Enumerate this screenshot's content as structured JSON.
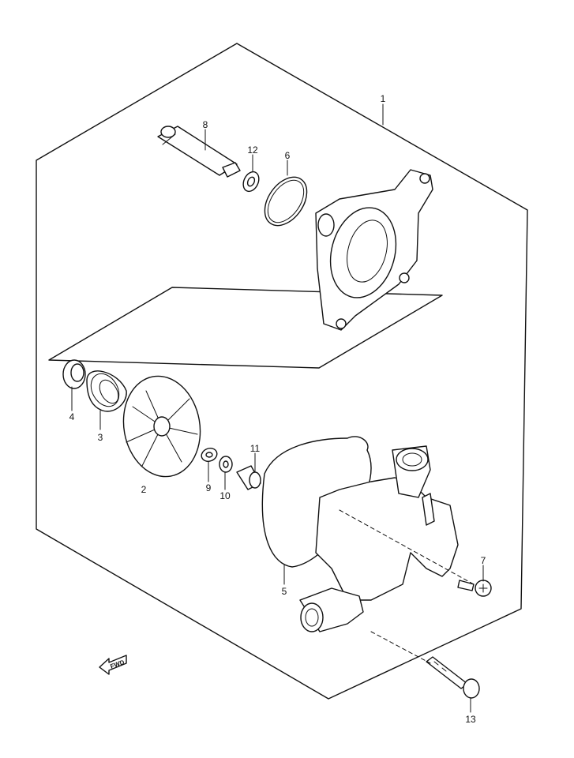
{
  "callouts": [
    {
      "id": "1",
      "text": "1"
    },
    {
      "id": "2",
      "text": "2"
    },
    {
      "id": "3",
      "text": "3"
    },
    {
      "id": "4",
      "text": "4"
    },
    {
      "id": "5",
      "text": "5"
    },
    {
      "id": "6",
      "text": "6"
    },
    {
      "id": "7",
      "text": "7"
    },
    {
      "id": "8",
      "text": "8"
    },
    {
      "id": "9",
      "text": "9"
    },
    {
      "id": "10",
      "text": "10"
    },
    {
      "id": "11",
      "text": "11"
    },
    {
      "id": "12",
      "text": "12"
    },
    {
      "id": "13",
      "text": "13"
    }
  ],
  "direction_marker": {
    "text": "FWD"
  }
}
